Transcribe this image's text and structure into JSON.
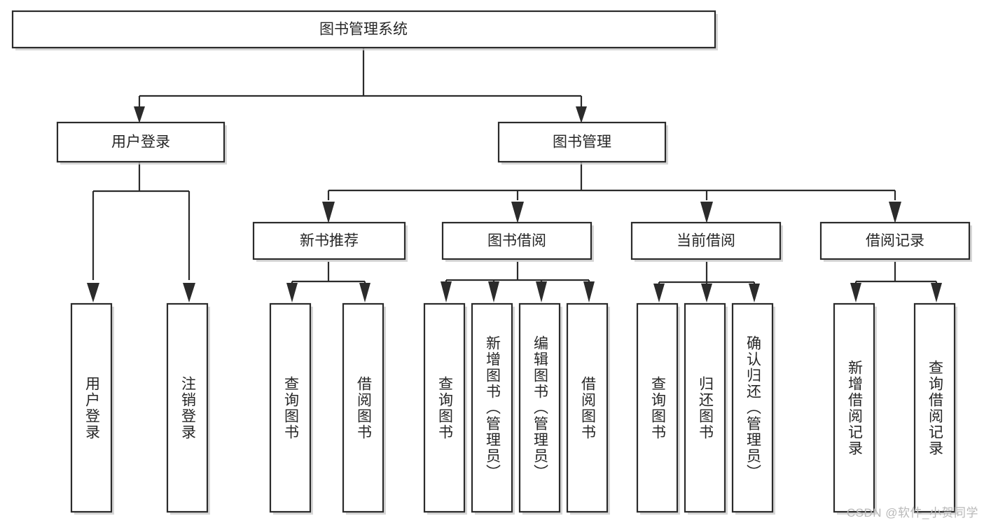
{
  "diagram": {
    "type": "tree-hierarchy",
    "title": "图书管理系统",
    "watermark": "CSDN @软件_小贺同学",
    "colors": {
      "border": "#2b2b2b",
      "text": "#262626",
      "background": "#ffffff",
      "shadow": "#c9c9c9",
      "watermark": "#b9b9b9"
    },
    "levels": [
      {
        "level": 0,
        "nodes": [
          {
            "id": "root",
            "label": "图书管理系统",
            "orientation": "horizontal"
          }
        ]
      },
      {
        "level": 1,
        "nodes": [
          {
            "id": "user-login",
            "label": "用户登录",
            "orientation": "horizontal",
            "parent": "root"
          },
          {
            "id": "book-mgmt",
            "label": "图书管理",
            "orientation": "horizontal",
            "parent": "root"
          }
        ]
      },
      {
        "level": 2,
        "nodes": [
          {
            "id": "new-book-rec",
            "label": "新书推荐",
            "orientation": "horizontal",
            "parent": "book-mgmt"
          },
          {
            "id": "book-borrow",
            "label": "图书借阅",
            "orientation": "horizontal",
            "parent": "book-mgmt"
          },
          {
            "id": "current-borrow",
            "label": "当前借阅",
            "orientation": "horizontal",
            "parent": "book-mgmt"
          },
          {
            "id": "borrow-record",
            "label": "借阅记录",
            "orientation": "horizontal",
            "parent": "book-mgmt"
          }
        ]
      },
      {
        "level": 3,
        "nodes": [
          {
            "id": "leaf-user-login",
            "label": "用户登录",
            "orientation": "vertical",
            "parent": "user-login"
          },
          {
            "id": "leaf-logout",
            "label": "注销登录",
            "orientation": "vertical",
            "parent": "user-login"
          },
          {
            "id": "leaf-query-book-1",
            "label": "查询图书",
            "orientation": "vertical",
            "parent": "new-book-rec"
          },
          {
            "id": "leaf-borrow-book-1",
            "label": "借阅图书",
            "orientation": "vertical",
            "parent": "new-book-rec"
          },
          {
            "id": "leaf-query-book-2",
            "label": "查询图书",
            "orientation": "vertical",
            "parent": "book-borrow"
          },
          {
            "id": "leaf-add-book",
            "label": "新增图书（管理员）",
            "orientation": "vertical",
            "parent": "book-borrow"
          },
          {
            "id": "leaf-edit-book",
            "label": "编辑图书（管理员）",
            "orientation": "vertical",
            "parent": "book-borrow"
          },
          {
            "id": "leaf-borrow-book-2",
            "label": "借阅图书",
            "orientation": "vertical",
            "parent": "book-borrow"
          },
          {
            "id": "leaf-query-book-3",
            "label": "查询图书",
            "orientation": "vertical",
            "parent": "current-borrow"
          },
          {
            "id": "leaf-return-book",
            "label": "归还图书",
            "orientation": "vertical",
            "parent": "current-borrow"
          },
          {
            "id": "leaf-confirm-return",
            "label": "确认归还（管理员）",
            "orientation": "vertical",
            "parent": "current-borrow"
          },
          {
            "id": "leaf-add-record",
            "label": "新增借阅记录",
            "orientation": "vertical",
            "parent": "borrow-record"
          },
          {
            "id": "leaf-query-record",
            "label": "查询借阅记录",
            "orientation": "vertical",
            "parent": "borrow-record"
          }
        ]
      }
    ]
  }
}
